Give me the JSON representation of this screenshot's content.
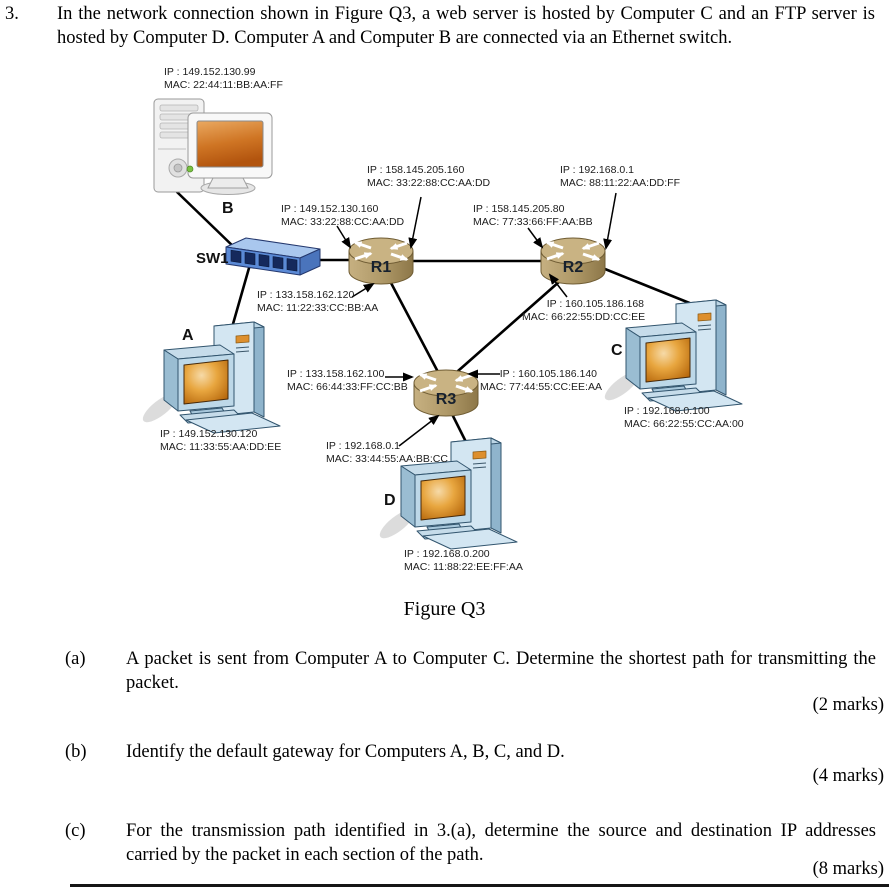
{
  "question": {
    "number": "3.",
    "intro": "In the network connection shown in Figure Q3, a web server is hosted by Computer C and an FTP server is hosted by Computer D. Computer A and Computer B are connected via an Ethernet switch.",
    "figure_caption": "Figure Q3",
    "parts": [
      {
        "label": "(a)",
        "text": "A packet is sent from Computer A to Computer C. Determine the shortest path for transmitting the packet.",
        "marks": "(2 marks)"
      },
      {
        "label": "(b)",
        "text": "Identify the default gateway for Computers A, B, C, and D.",
        "marks": "(4 marks)"
      },
      {
        "label": "(c)",
        "text": "For the transmission path identified in 3.(a), determine the source and destination IP addresses carried by the packet in each section of the path.",
        "marks": "(8 marks)"
      }
    ]
  },
  "diagram": {
    "switch": {
      "name": "SW1"
    },
    "routers": [
      {
        "name": "R1"
      },
      {
        "name": "R2"
      },
      {
        "name": "R3"
      }
    ],
    "computers": [
      {
        "name": "A"
      },
      {
        "name": "B"
      },
      {
        "name": "C"
      },
      {
        "name": "D"
      }
    ],
    "labels": {
      "pc_b": {
        "ip": "IP : 149.152.130.99",
        "mac": "MAC: 22:44:11:BB:AA:FF"
      },
      "r1_wan": {
        "ip": "IP : 158.145.205.160",
        "mac": "MAC: 33:22:88:CC:AA:DD"
      },
      "r2_lan": {
        "ip": "IP : 192.168.0.1",
        "mac": "MAC: 88:11:22:AA:DD:FF"
      },
      "r1_lan": {
        "ip": "IP : 149.152.130.160",
        "mac": "MAC: 33:22:88:CC:AA:DD"
      },
      "r2_wan": {
        "ip": "IP : 158.145.205.80",
        "mac": "MAC: 77:33:66:FF:AA:BB"
      },
      "r1_r3": {
        "ip": "IP : 133.158.162.120",
        "mac": "MAC: 11:22:33:CC:BB:AA"
      },
      "r2_r3": {
        "ip": "IP : 160.105.186.168",
        "mac": "MAC: 66:22:55:DD:CC:EE"
      },
      "pc_a": {
        "ip": "IP : 149.152.130.120",
        "mac": "MAC: 11:33:55:AA:DD:EE"
      },
      "r3_r1": {
        "ip": "IP : 133.158.162.100",
        "mac": "MAC: 66:44:33:FF:CC:BB"
      },
      "r3_r2": {
        "ip": "IP : 160.105.186.140",
        "mac": "MAC: 77:44:55:CC:EE:AA"
      },
      "r3_lan": {
        "ip": "IP : 192.168.0.1",
        "mac": "MAC: 33:44:55:AA:BB:CC"
      },
      "pc_c": {
        "ip": "IP : 192.168.0.100",
        "mac": "MAC: 66:22:55:CC:AA:00"
      },
      "pc_d": {
        "ip": "IP : 192.168.0.200",
        "mac": "MAC: 11:88:22:EE:FF:AA"
      }
    },
    "colors": {
      "router_body": "#b09a69",
      "router_top": "#c9b383",
      "switch_front": "#5b8ad6",
      "switch_top": "#a9c7ee",
      "pc_face": "#d3e6f2",
      "screen_orange": "#c06c08",
      "line": "#000000"
    }
  }
}
